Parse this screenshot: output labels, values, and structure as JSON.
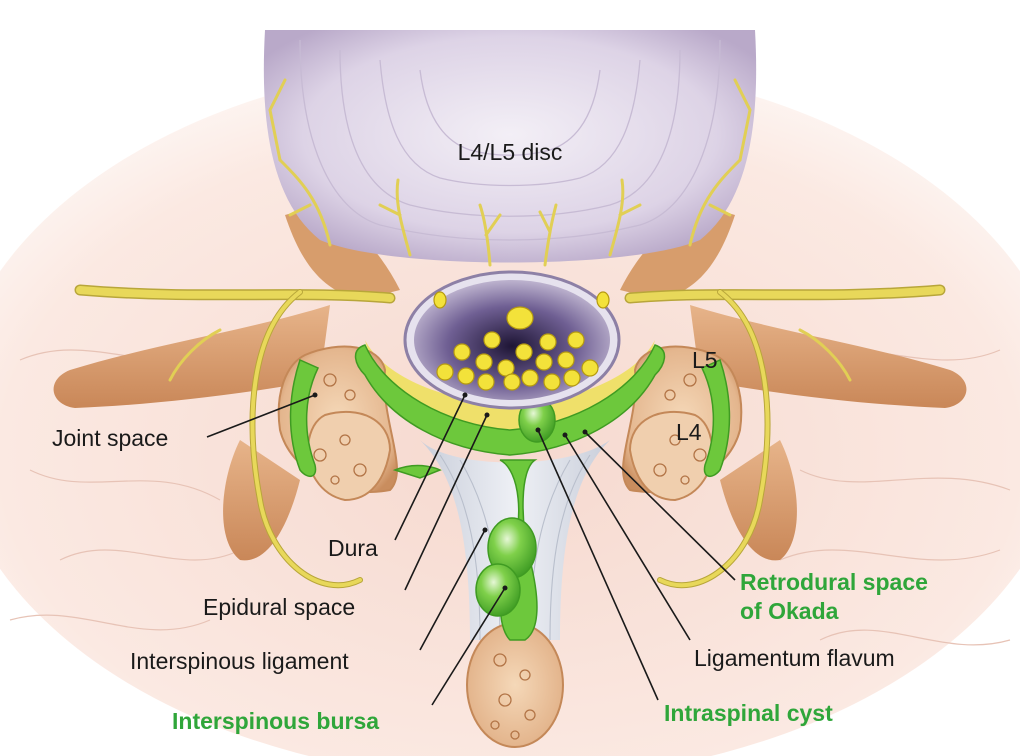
{
  "labels": {
    "disc": "L4/L5 disc",
    "l5": "L5",
    "l4": "L4",
    "joint_space": "Joint space",
    "dura": "Dura",
    "epidural_space": "Epidural space",
    "interspinous_ligament": "Interspinous ligament",
    "interspinous_bursa": "Interspinous bursa",
    "retrodural_line1": "Retrodural space",
    "retrodural_line2": "of Okada",
    "ligamentum_flavum": "Ligamentum flavum",
    "intraspinal_cyst": "Intraspinal cyst"
  },
  "colors": {
    "label_text": "#1a1a1a",
    "highlight_label": "#2fa63a",
    "fluid_green": "#6dc83c",
    "nerve_yellow": "#f1e26a",
    "bone": "#e9b98d",
    "disc": "#e4dcea",
    "dura_sac": "#b7acc6",
    "ligament": "#d9dde6"
  }
}
